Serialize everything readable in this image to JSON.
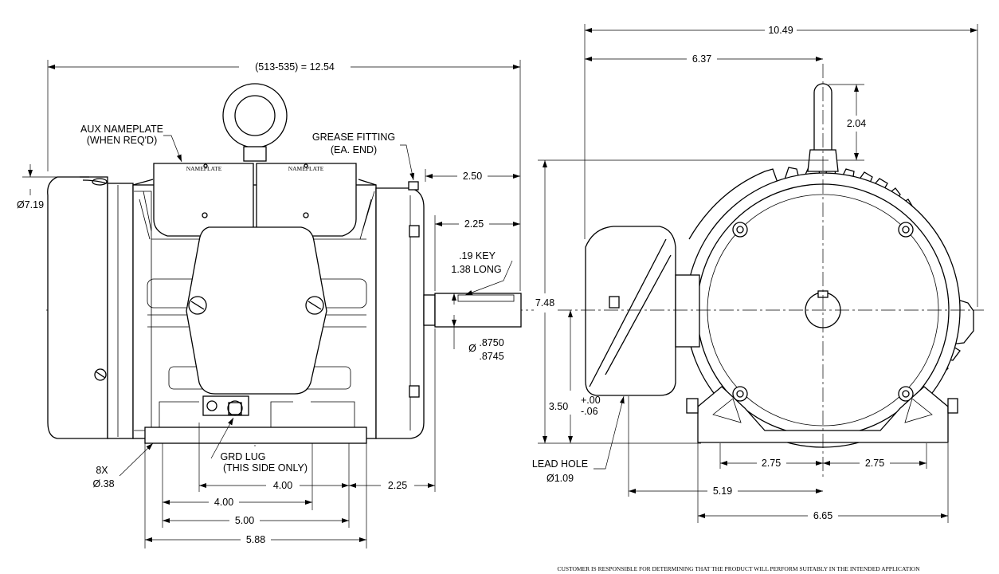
{
  "dims": {
    "overall_length": "(513-535) = 12.54",
    "dia_719": "Ø7.19",
    "d_250": "2.50",
    "d_225_top": "2.25",
    "key_line1": ".19 KEY",
    "key_line2": "1.38  LONG",
    "shaft_d1": ".8750",
    "shaft_d2": ".8745",
    "shaft_dia_sym": "Ø",
    "mount_holes_qty": "8X",
    "mount_holes_dia": "Ø.38",
    "d_400_right": "4.00",
    "d_225_bottom": "2.25",
    "d_400_left": "4.00",
    "d_500": "5.00",
    "d_588": "5.88",
    "d_1049": "10.49",
    "d_637": "6.37",
    "d_204": "2.04",
    "d_748": "7.48",
    "d_350": "3.50",
    "tol_plus": "+.00",
    "tol_minus": "-.06",
    "d_275_left": "2.75",
    "d_275_right": "2.75",
    "d_519": "5.19",
    "d_665": "6.65"
  },
  "labels": {
    "aux_nameplate_1": "AUX NAMEPLATE",
    "aux_nameplate_2": "(WHEN REQ'D)",
    "grease_1": "GREASE FITTING",
    "grease_2": "(EA. END)",
    "grd_lug_1": "GRD LUG",
    "grd_lug_2": "(THIS SIDE ONLY)",
    "lead_hole_1": "LEAD HOLE",
    "lead_hole_2": "Ø1.09",
    "nameplate_text": "NAMEPLATE"
  },
  "footer": {
    "disclaimer": "CUSTOMER IS RESPONSIBLE FOR DETERMINING THAT THE PRODUCT WILL PERFORM SUITABLY IN THE INTENDED APPLICATION"
  }
}
